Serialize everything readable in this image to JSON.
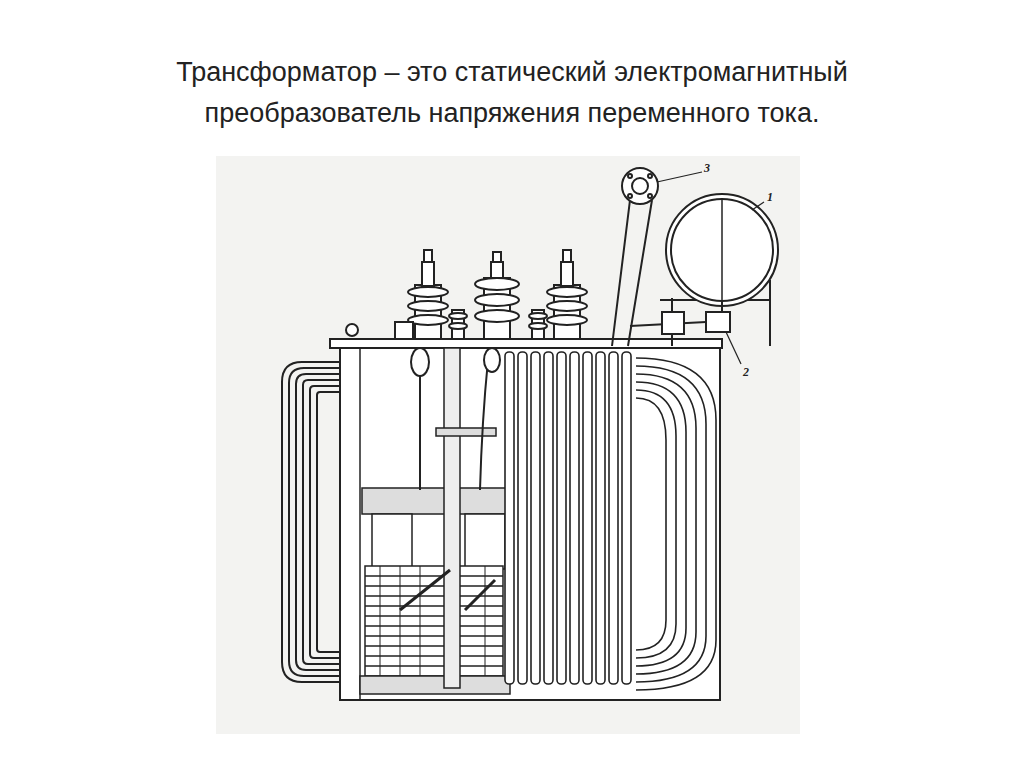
{
  "diagram": {
    "title": "Трансформатор – это статический электромагнитный преобразователь напряжения переменного тока.",
    "labels": [
      "3",
      "1",
      "2"
    ]
  }
}
